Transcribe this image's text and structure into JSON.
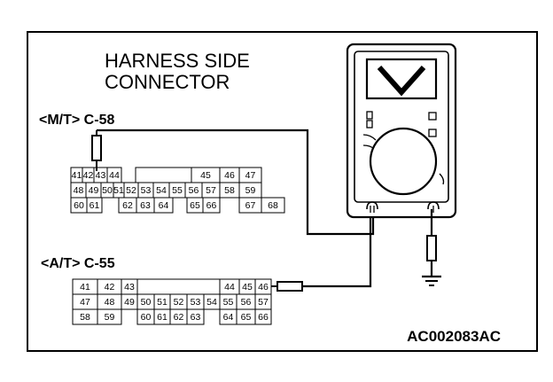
{
  "diagram": {
    "title_line1": "HARNESS SIDE",
    "title_line2": "CONNECTOR",
    "connector_mt": {
      "label": "<M/T> C-58",
      "rows": [
        [
          "41",
          "42",
          "43",
          "44",
          "",
          "",
          "",
          "",
          "45",
          "46",
          "47"
        ],
        [
          "48",
          "49",
          "50",
          "51",
          "52",
          "53",
          "54",
          "55",
          "56",
          "57",
          "58",
          "59"
        ],
        [
          "60",
          "61",
          "",
          "62",
          "63",
          "64",
          "",
          "65",
          "66",
          "",
          "67",
          "68"
        ]
      ]
    },
    "connector_at": {
      "label": "<A/T> C-55",
      "rows": [
        [
          "41",
          "42",
          "43",
          "",
          "",
          "",
          "",
          "",
          "44",
          "45",
          "46"
        ],
        [
          "47",
          "48",
          "49",
          "50",
          "51",
          "52",
          "53",
          "54",
          "55",
          "56",
          "57"
        ],
        [
          "58",
          "59",
          "",
          "60",
          "61",
          "62",
          "63",
          "",
          "64",
          "65",
          "66"
        ]
      ]
    },
    "figure_code": "AC002083AC",
    "colors": {
      "line": "#000000",
      "background": "#ffffff"
    },
    "icons": [
      "voltmeter-icon",
      "ground-icon",
      "resistor-probe-icon"
    ]
  }
}
